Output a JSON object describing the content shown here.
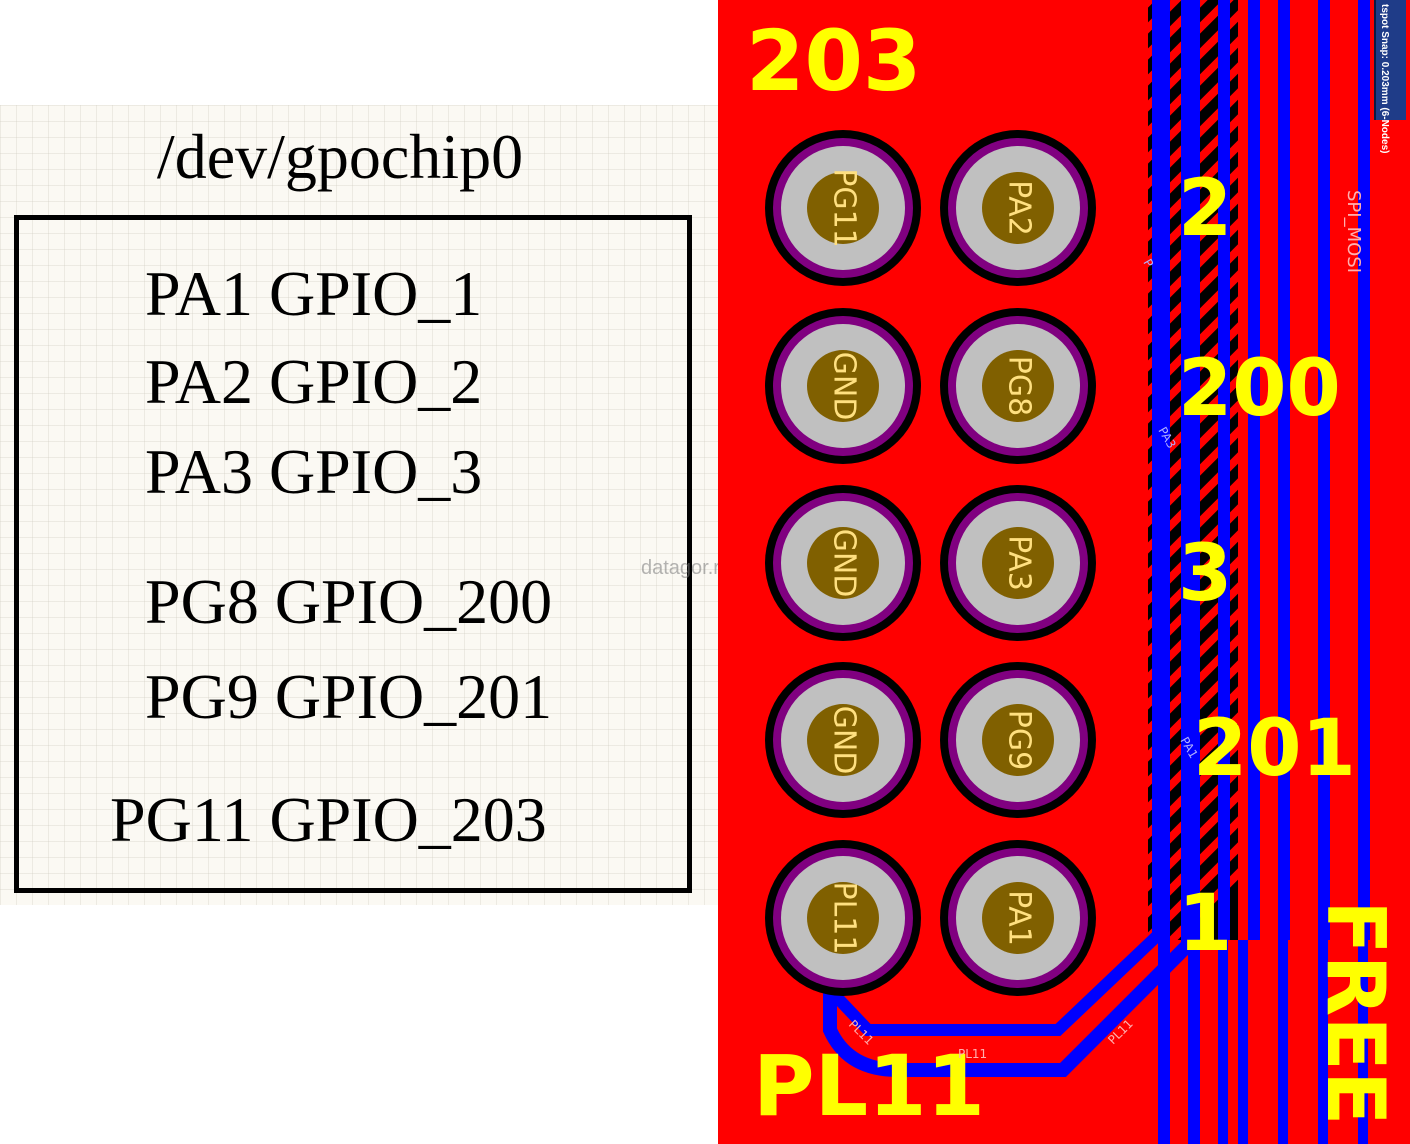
{
  "doc": {
    "chip_title": "/dev/gpochip0",
    "map": [
      {
        "pin": "PA1",
        "gpio": "GPIO_1"
      },
      {
        "pin": "PA2",
        "gpio": "GPIO_2"
      },
      {
        "pin": "PA3",
        "gpio": "GPIO_3"
      },
      {
        "pin": "PG8",
        "gpio": "GPIO_200"
      },
      {
        "pin": "PG9",
        "gpio": "GPIO_201"
      },
      {
        "pin": "PG11",
        "gpio": "GPIO_203"
      }
    ],
    "watermark": "datagor.ru"
  },
  "pcb": {
    "colors": {
      "board": "#ff0000",
      "trace": "#0000ff",
      "silk": "#ffff00",
      "pad": "#c0c0c0",
      "drill": "#806000",
      "ring": "#800080"
    },
    "labels": {
      "top": "203",
      "bottom": "PL11",
      "free": "FREE",
      "n2": "2",
      "n200": "200",
      "n3": "3",
      "n201": "201",
      "n1": "1"
    },
    "pads": [
      {
        "left": "PG11",
        "right": "PA2"
      },
      {
        "left": "GND",
        "right": "PG8"
      },
      {
        "left": "GND",
        "right": "PA3"
      },
      {
        "left": "GND",
        "right": "PG9"
      },
      {
        "left": "PL11",
        "right": "PA1"
      }
    ],
    "net_labels": {
      "spi": "SPI_MOSI",
      "pl11": "PL11",
      "pa3": "PA3",
      "pa1": "PA1",
      "p": "P"
    },
    "snap": "tspot Snap: 0.203mm  (6-Nodes)"
  }
}
